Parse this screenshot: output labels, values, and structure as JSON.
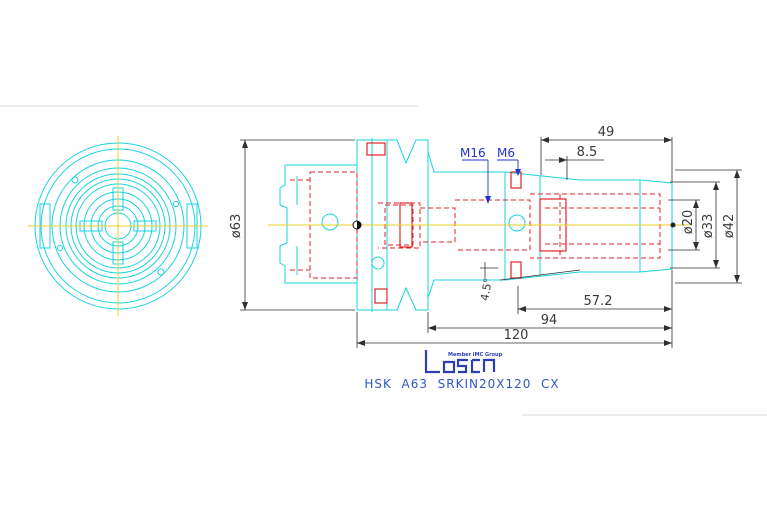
{
  "colors": {
    "outline": "#19d3e0",
    "hidden": "#e0252a",
    "dimension": "#2f2f2f",
    "callout": "#2233cc",
    "centerline": "#e8d020",
    "title": "#2d56c8"
  },
  "dimensions": {
    "len_49": "49",
    "len_8_5": "8.5",
    "len_57_2": "57.2",
    "len_94": "94",
    "len_120": "120",
    "dia_63": "ø63",
    "dia_20": "ø20",
    "dia_33": "ø33",
    "dia_42": "ø42",
    "angle": "4.5°"
  },
  "callouts": {
    "thread_m16": "M16",
    "thread_m6": "M6"
  },
  "logo": {
    "tagline": "Member IMC Group"
  },
  "title_block": {
    "part_name": "HSK  A63  SRKIN20X120  CX"
  }
}
